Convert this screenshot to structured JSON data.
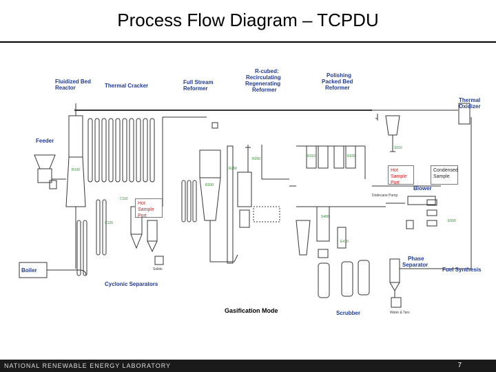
{
  "slide": {
    "title": "Process Flow Diagram – TCPDU",
    "footer": "NATIONAL RENEWABLE ENERGY LABORATORY",
    "page_number": "7"
  },
  "diagram": {
    "labels": {
      "fluidized_bed_reactor": [
        "Fluidized Bed",
        "Reactor"
      ],
      "thermal_cracker": [
        "Thermal Cracker"
      ],
      "full_stream_reformer": [
        "Full Stream",
        "Reformer"
      ],
      "r_cubed": [
        "R-cubed:",
        "Recirculating",
        "Regenerating",
        "Reformer"
      ],
      "polishing_reformer": [
        "Polishing",
        "Packed Bed",
        "Reformer"
      ],
      "thermal_oxidizer": [
        "Thermal",
        "Oxidizer"
      ],
      "feeder": [
        "Feeder"
      ],
      "blower": [
        "Blower"
      ],
      "boiler": [
        "Boiler"
      ],
      "cyclonic_separators": [
        "Cyclonic Separators"
      ],
      "phase_separator": [
        "Phase",
        "Separator"
      ],
      "fuel_synthesis": [
        "Fuel Synthesis"
      ],
      "scrubber": [
        "Scrubber"
      ],
      "gasification_mode": [
        "Gasification Mode"
      ]
    },
    "callouts": {
      "hot_sample_port_right": "Hot Sample Port",
      "condensed_sample": "Condensed Sample",
      "hot_sample_port_left": "Hot Sample Port"
    },
    "small_text": {
      "dodecane": "Dodecane Pump",
      "water_tars": "Water & Tars",
      "solids": "Solids"
    }
  }
}
